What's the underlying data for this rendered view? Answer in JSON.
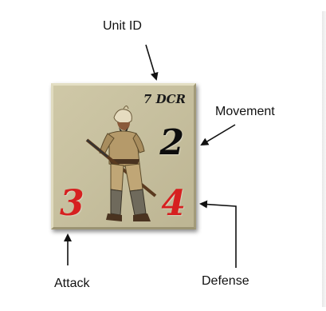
{
  "callouts": {
    "unit_id": "Unit ID",
    "movement": "Movement",
    "attack": "Attack",
    "defense": "Defense"
  },
  "counter": {
    "unit_id": "7 DCR",
    "movement": "2",
    "attack": "3",
    "defense": "4",
    "portrait": "sikh-cavalry-soldier-illustration"
  },
  "colors": {
    "counter_bg": "#c9c2a1",
    "movement": "#0d0d0d",
    "attack": "#d62020",
    "defense": "#d62020",
    "arrows": "#111111"
  }
}
